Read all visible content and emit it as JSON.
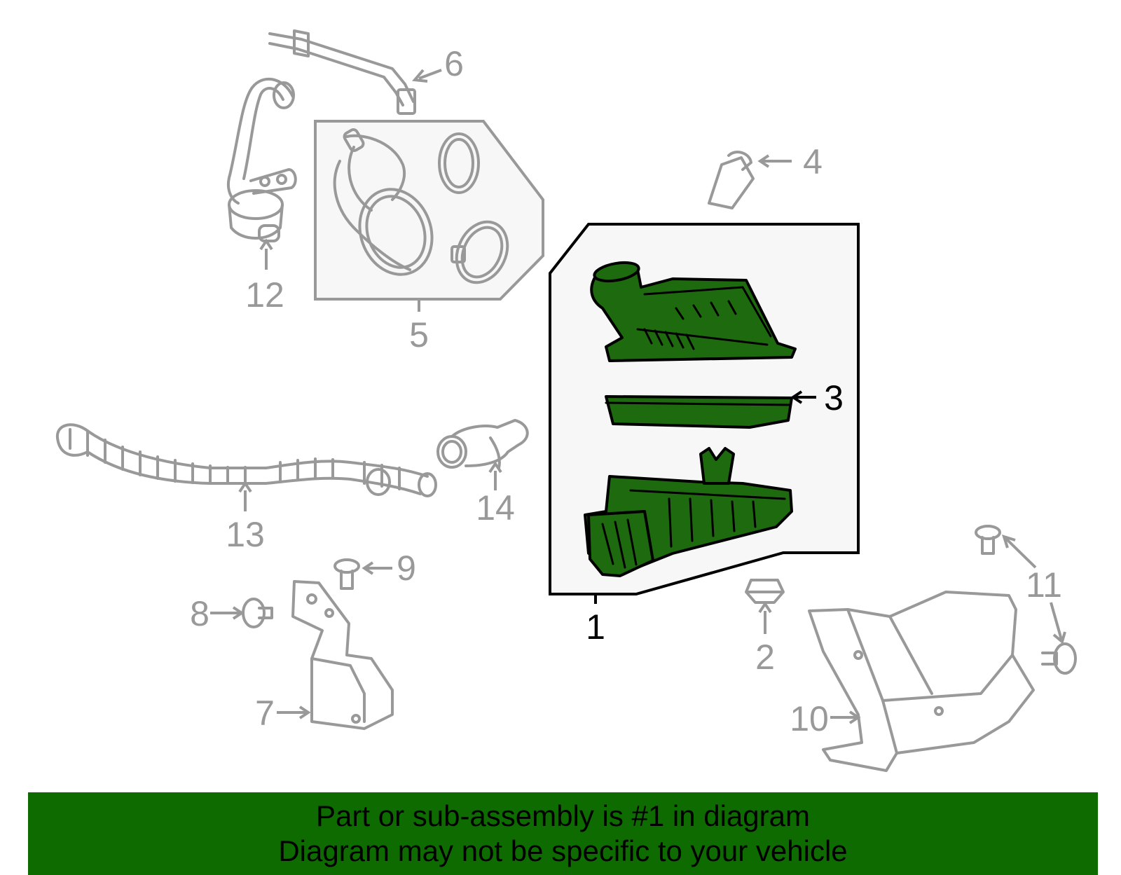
{
  "callouts": {
    "c1": "1",
    "c2": "2",
    "c3": "3",
    "c4": "4",
    "c5": "5",
    "c6": "6",
    "c7": "7",
    "c8": "8",
    "c9": "9",
    "c10": "10",
    "c11": "11",
    "c12": "12",
    "c13": "13",
    "c14": "14"
  },
  "footer": {
    "line1": "Part or sub-assembly is #1 in diagram",
    "line2": "Diagram may not be specific to your vehicle"
  },
  "colors": {
    "highlight_part": "#1e6a0e",
    "banner": "#0e6b00",
    "parts_outline": "#999999",
    "panel_bg": "#f7f7f7"
  }
}
